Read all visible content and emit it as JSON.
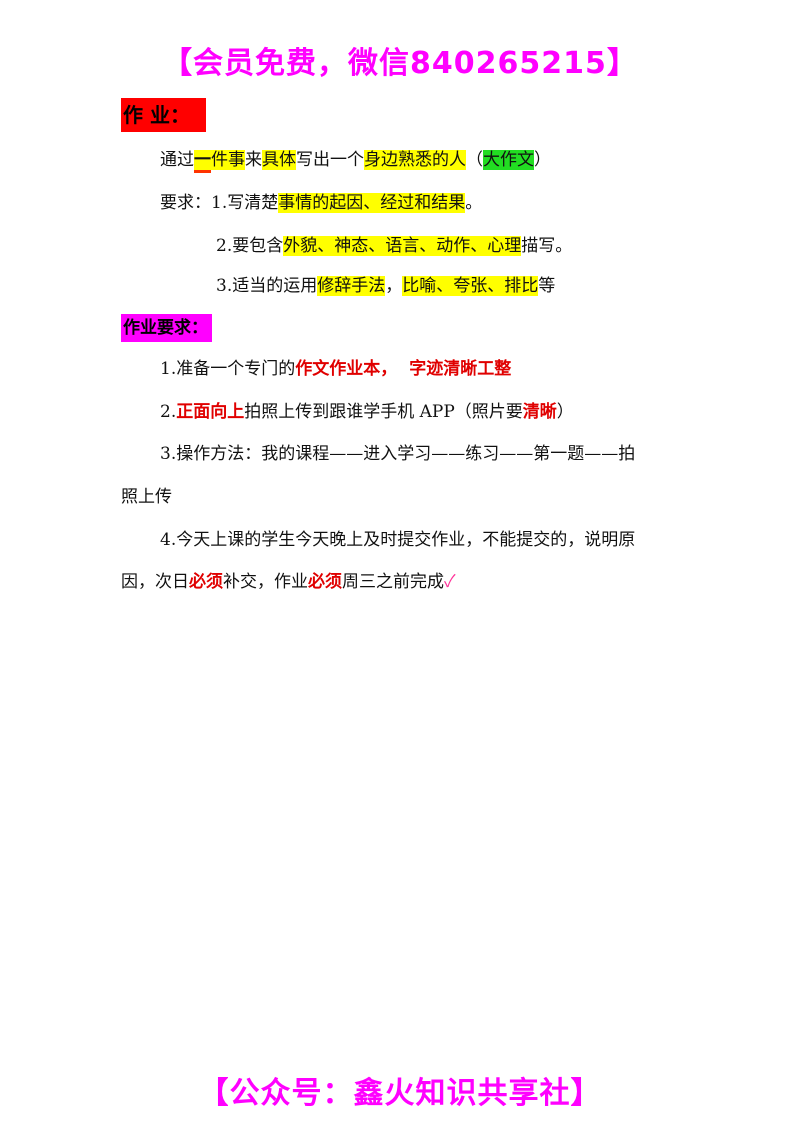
{
  "banner_top": "【会员免费，微信840265215】",
  "heading1": "作  业：",
  "task": {
    "p1": "通过",
    "p2": "一",
    "p3": "件事",
    "p4": "来",
    "p5": "具体",
    "p6": "写出一个",
    "p7": "身边熟悉的人",
    "p8": "（",
    "p9": "大作文",
    "p10": "）"
  },
  "req1": {
    "p1": "要求：1.写清楚",
    "p2": "事情的起因、经过和结果",
    "p3": "。"
  },
  "req2": {
    "p1": "2.要包含",
    "p2": "外貌、神态、语言、动作、心理",
    "p3": "描写。"
  },
  "req3": {
    "p1": "3.适当的运用",
    "p2": "修辞手法",
    "p3": "，",
    "p4": "比喻、夸张、排比",
    "p5": "等"
  },
  "heading2": "作业要求：",
  "hw1": {
    "p1": "1.准备一个专门的",
    "p2": "作文作业本，",
    "p3": "字迹清晰工整"
  },
  "hw2": {
    "p1": "2.",
    "p2": "正面向上",
    "p3": "拍照上传到跟谁学手机 APP（照片要",
    "p4": "清晰",
    "p5": "）"
  },
  "hw3": {
    "line1": "3.操作方法：我的课程——进入学习——练习——第一题——拍",
    "line2": "照上传"
  },
  "hw4": {
    "line1": "4.今天上课的学生今天晚上及时提交作业，不能提交的，说明原",
    "p1": "因，次日",
    "p2": "必须",
    "p3": "补交，作业",
    "p4": "必须",
    "p5": "周三之前完成",
    "check": "✅"
  },
  "banner_bottom": "【公众号：鑫火知识共享社】",
  "colors": {
    "banner": "#ff00ff",
    "highlight_yellow": "#ffff00",
    "highlight_green": "#22dd22",
    "heading1_bg": "#ff0000",
    "heading2_bg": "#ff00ff",
    "emphasis_red": "#e00000"
  }
}
